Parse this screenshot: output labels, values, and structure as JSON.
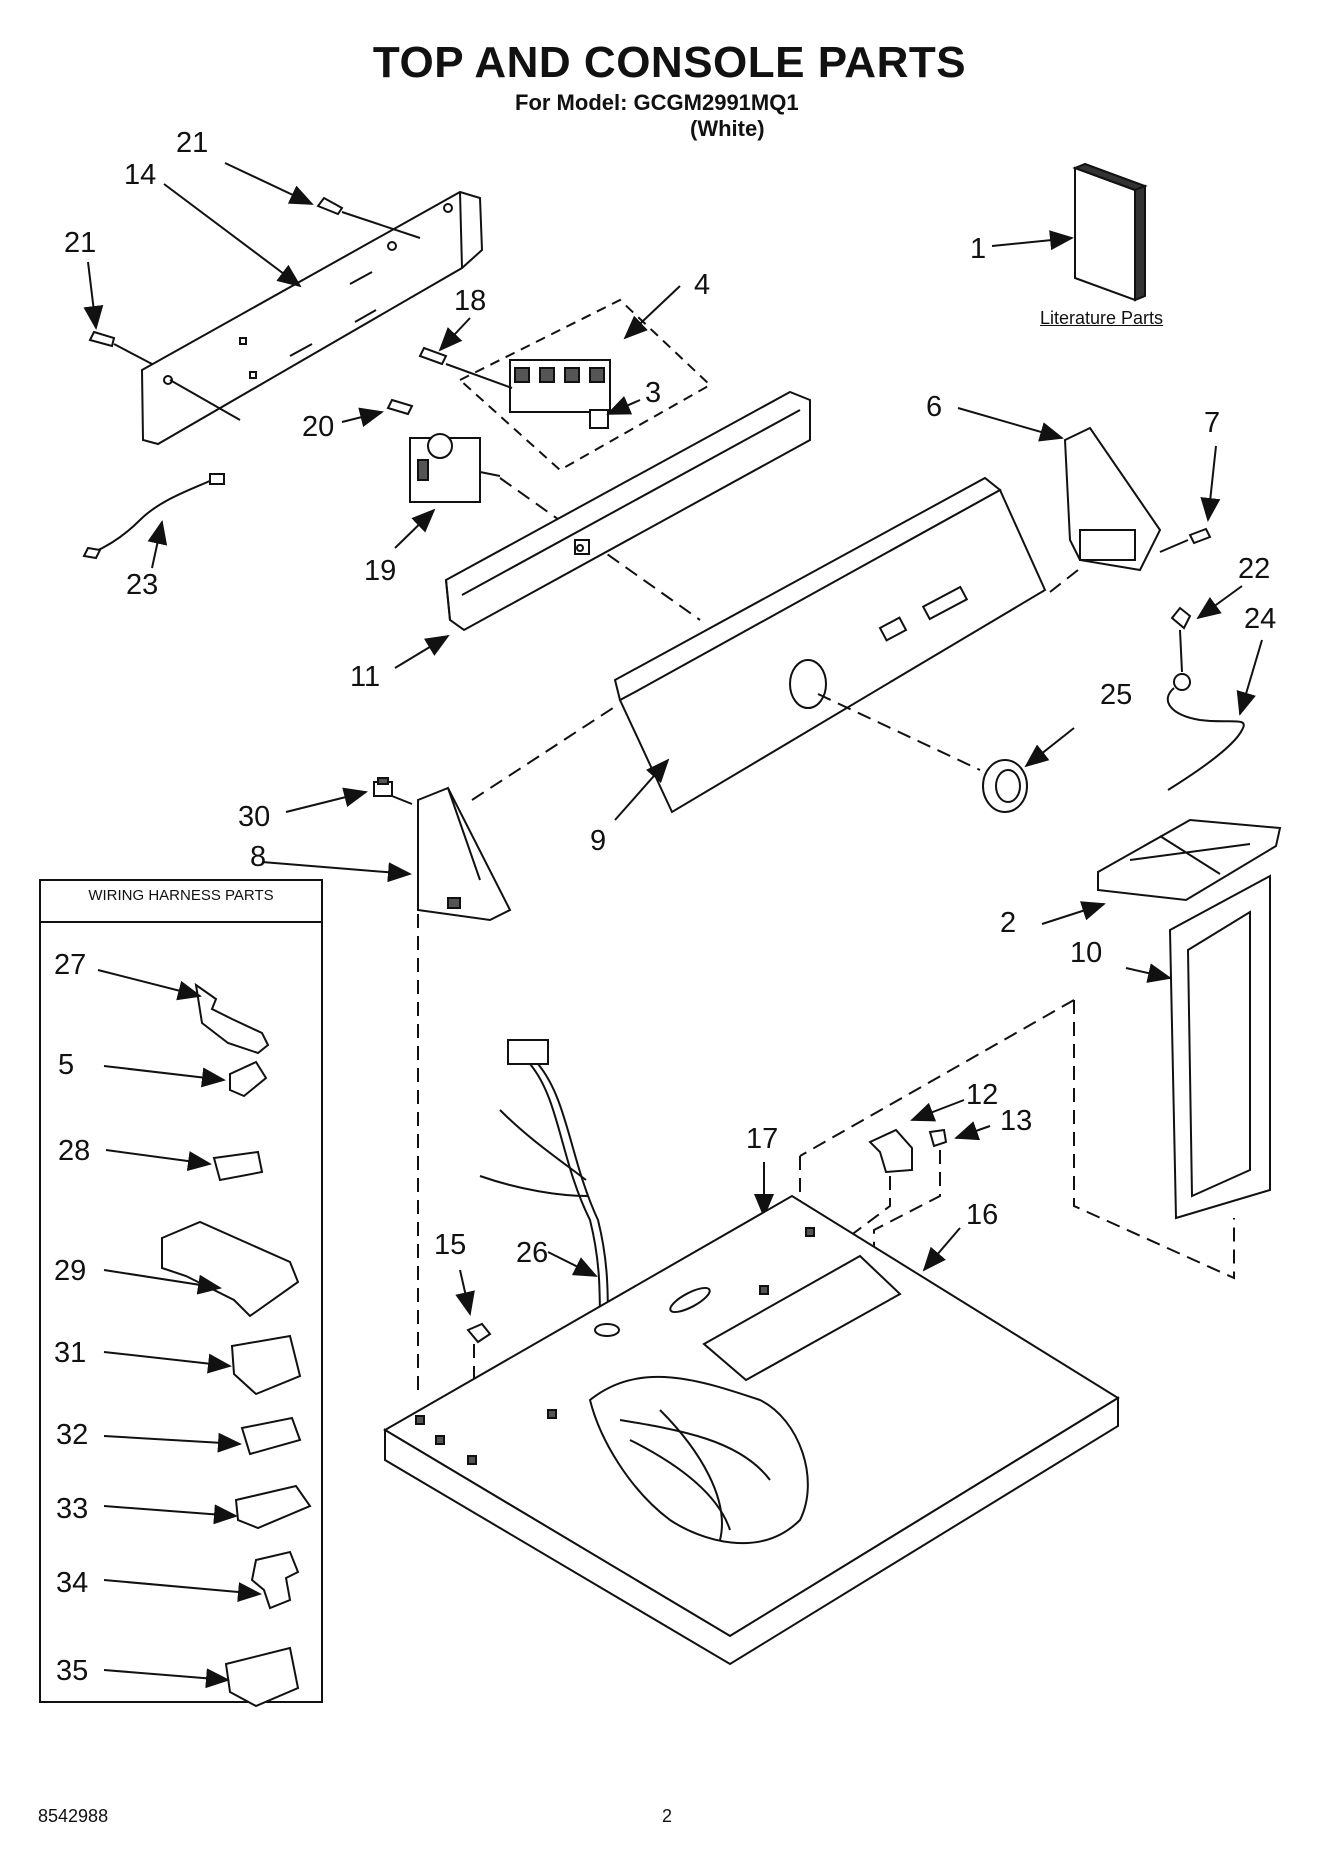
{
  "title": "TOP AND CONSOLE PARTS",
  "model_line": "For Model: GCGM2991MQ1",
  "color_line": "(White)",
  "literature_label": "Literature Parts",
  "harness_box_title": "WIRING HARNESS PARTS",
  "footer": {
    "doc_number": "8542988",
    "page": "2"
  },
  "callouts": [
    "1",
    "2",
    "3",
    "4",
    "5",
    "6",
    "7",
    "8",
    "9",
    "10",
    "11",
    "12",
    "13",
    "14",
    "15",
    "16",
    "17",
    "18",
    "19",
    "20",
    "21",
    "21",
    "22",
    "23",
    "24",
    "25",
    "26",
    "27",
    "28",
    "29",
    "30",
    "31",
    "32",
    "33",
    "34",
    "35"
  ],
  "colors": {
    "line": "#111111",
    "background": "#ffffff"
  }
}
